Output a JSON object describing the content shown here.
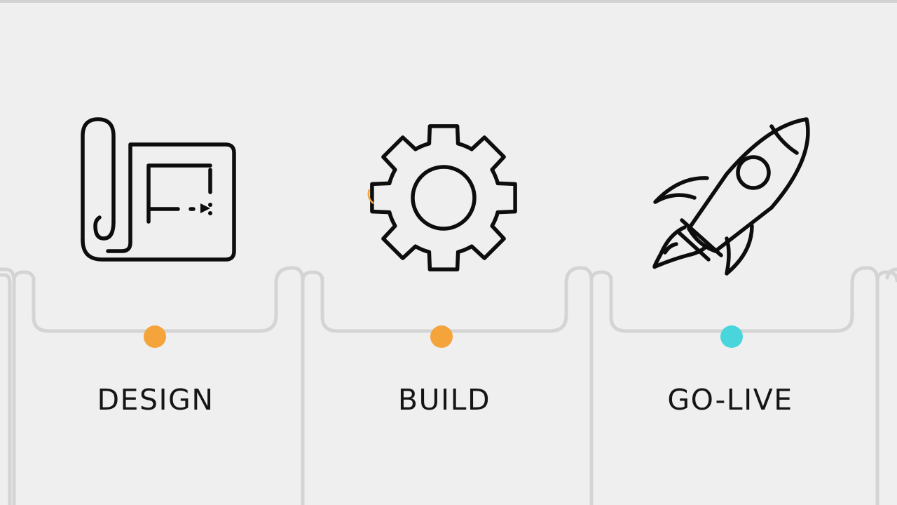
{
  "steps": [
    {
      "label": "DESIGN",
      "icon": "blueprint-icon",
      "dot_color": "#f5a33b"
    },
    {
      "label": "BUILD",
      "icon": "gear-icon",
      "dot_color": "#f5a33b"
    },
    {
      "label": "GO-LIVE",
      "icon": "rocket-icon",
      "dot_color": "#48d6dc"
    }
  ],
  "colors": {
    "background": "#efefef",
    "connector": "#d4d4d4",
    "icon_stroke": "#0d0d0d",
    "label_text": "#151515"
  }
}
